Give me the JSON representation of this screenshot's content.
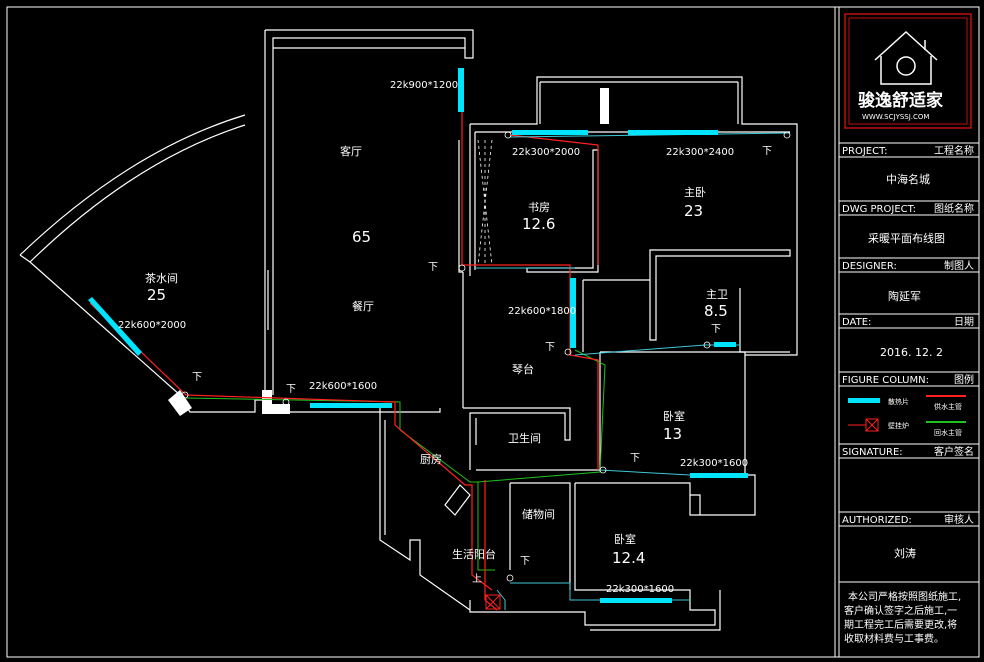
{
  "rooms": [
    {
      "name": "客厅",
      "area": "65"
    },
    {
      "name": "餐厅"
    },
    {
      "name": "茶水间",
      "area": "25"
    },
    {
      "name": "书房",
      "area": "12.6"
    },
    {
      "name": "主卧",
      "area": "23"
    },
    {
      "name": "主卫",
      "area": "8.5"
    },
    {
      "name": "琴台"
    },
    {
      "name": "卫生间"
    },
    {
      "name": "卧室",
      "area": "13"
    },
    {
      "name": "厨房"
    },
    {
      "name": "储物间"
    },
    {
      "name": "卧室",
      "area": "12.4"
    },
    {
      "name": "生活阳台"
    }
  ],
  "radiators": [
    "22k900*1200",
    "22k300*2000",
    "22k300*2400",
    "22k600*1800",
    "22k600*2000",
    "22k600*1600",
    "22k300*1600",
    "22k300*1600"
  ],
  "markers": {
    "down": "下",
    "up": "上"
  },
  "title_block": {
    "logo_text": "骏逸舒适家",
    "logo_url": "WWW.SCJYSSJ.COM",
    "project_label": "PROJECT:",
    "project_cn": "工程名称",
    "project_value": "中海名城",
    "dwg_label": "DWG PROJECT:",
    "dwg_cn": "图纸名称",
    "dwg_value": "采暖平面布线图",
    "designer_label": "DESIGNER:",
    "designer_cn": "制图人",
    "designer_value": "陶延军",
    "date_label": "DATE:",
    "date_cn": "日期",
    "date_value": "2016. 12. 2",
    "figure_label": "FIGURE COLUMN:",
    "figure_cn": "图例",
    "legend": {
      "radiator": "散热片",
      "supply": "供水主管",
      "valve": "壁挂炉",
      "return": "回水主管"
    },
    "signature_label": "SIGNATURE:",
    "signature_cn": "客户签名",
    "authorized_label": "AUTHORIZED:",
    "authorized_cn": "审核人",
    "authorized_value": "刘涛",
    "note_lines": [
      "本公司严格按照图纸施工,",
      "客户确认签字之后施工,一",
      "期工程完工后需要更改,将",
      "收取材料费与工事费。"
    ]
  },
  "colors": {
    "wall": "#ffffff",
    "radiator": "#00e5ff",
    "supply": "#ff2020",
    "return": "#20c020",
    "cyan_pipe": "#3fc6d6",
    "frame_red": "#c01010"
  }
}
